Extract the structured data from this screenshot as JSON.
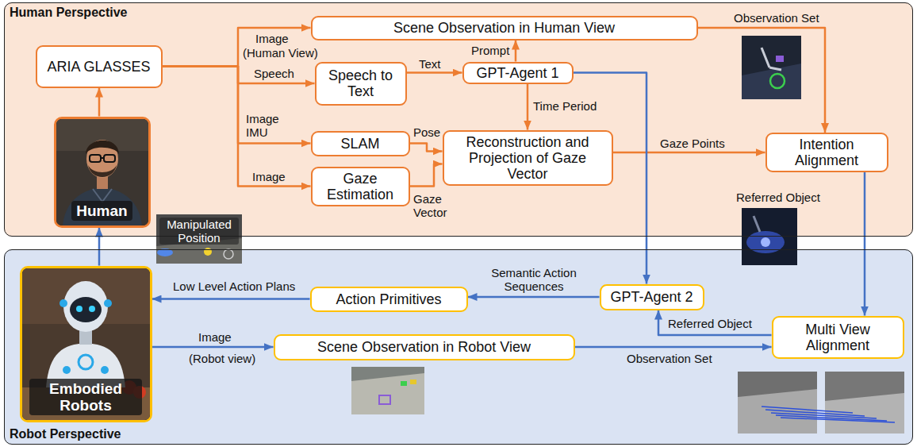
{
  "diagram": {
    "nodes": [
      {
        "text": [
          "Human Perspective"
        ]
      },
      {
        "text": [
          "ARIA GLASSES"
        ],
        "in": 0
      },
      {
        "text": [
          "Human"
        ],
        "in": 0
      },
      {
        "text": [
          "Scene Observation in Human View"
        ],
        "in": 0
      },
      {
        "text": [
          "Speech to Text"
        ],
        "in": 0
      },
      {
        "text": [
          "GPT-Agent 1"
        ],
        "in": 0
      },
      {
        "text": [
          "SLAM"
        ],
        "in": 0
      },
      {
        "text": [
          "Gaze Estimation"
        ],
        "in": 0
      },
      {
        "text": [
          "Reconstruction and Projection of Gaze Vector"
        ],
        "in": 0
      },
      {
        "text": [
          "Intention Alignment"
        ],
        "in": 0
      },
      {
        "text": [
          "Robot Perspective"
        ]
      },
      {
        "text": [
          "Embodied Robots"
        ],
        "in": 10
      },
      {
        "text": [
          "Action Primitives"
        ],
        "in": 10
      },
      {
        "text": [
          "GPT-Agent 2"
        ],
        "in": 10
      },
      {
        "text": [
          "Scene Observation in Robot View"
        ],
        "in": 10
      },
      {
        "text": [
          "Multi View Alignment"
        ],
        "in": 10
      }
    ],
    "edges": [
      {
        "from": 2,
        "to": 1,
        "arrow": "to"
      },
      {
        "from": 1,
        "to": 3,
        "label": "Image",
        "arrow": "to"
      },
      {
        "from": 1,
        "to": 4,
        "label": "Speech",
        "arrow": "to"
      },
      {
        "from": 1,
        "to": 6,
        "label": "Image IMU",
        "arrow": "to"
      },
      {
        "from": 1,
        "to": 7,
        "label": "Image",
        "arrow": "to"
      },
      {
        "from": 4,
        "to": 5,
        "label": "Text",
        "arrow": "to"
      },
      {
        "from": 5,
        "to": 3,
        "label": "Prompt",
        "arrow": "to"
      },
      {
        "from": 5,
        "to": 8,
        "label": "Time Period",
        "arrow": "to"
      },
      {
        "from": 6,
        "to": 8,
        "label": "Pose",
        "arrow": "to"
      },
      {
        "from": 7,
        "to": 8,
        "label": "Gaze Vector",
        "arrow": "to"
      },
      {
        "from": 3,
        "to": 9,
        "label": "Observation Set",
        "arrow": "to"
      },
      {
        "from": 8,
        "to": 9,
        "label": "Gaze Points",
        "arrow": "to"
      },
      {
        "from": 5,
        "to": 13,
        "arrow": "to"
      },
      {
        "from": 9,
        "to": 15,
        "label": "Referred Object",
        "arrow": "to"
      },
      {
        "from": 15,
        "to": 13,
        "label": "Referred Object",
        "arrow": "to"
      },
      {
        "from": 13,
        "to": 12,
        "label": "Semantic Action Sequences",
        "arrow": "to"
      },
      {
        "from": 12,
        "to": 11,
        "label": "Low Level Action Plans",
        "arrow": "to"
      },
      {
        "from": 11,
        "to": 14,
        "label": "Image",
        "arrow": "to"
      },
      {
        "from": 14,
        "to": 15,
        "label": "Observation Set",
        "arrow": "to"
      },
      {
        "from": 11,
        "to": 2,
        "arrow": "to"
      }
    ],
    "labels": [
      "(Human View)",
      "(Robot view)",
      "Manipulated Position"
    ]
  }
}
